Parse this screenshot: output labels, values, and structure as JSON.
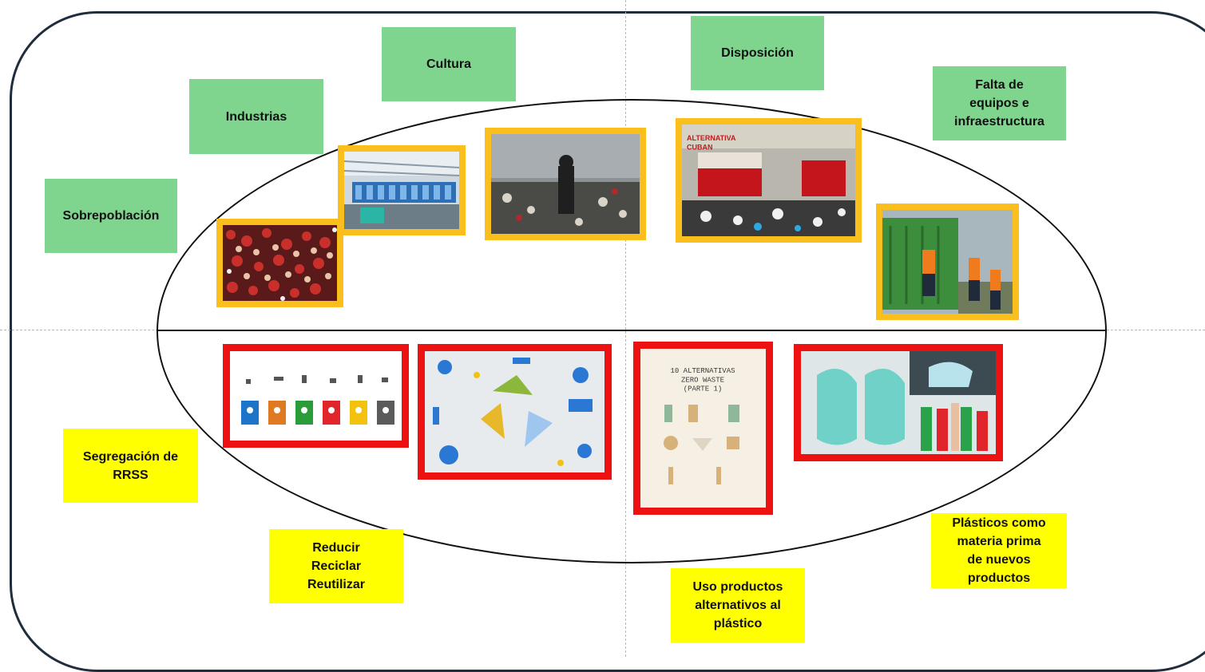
{
  "diagram": {
    "causes": [
      {
        "id": "sobrepoblacion",
        "text": "Sobrepoblación"
      },
      {
        "id": "industrias",
        "text": "Industrias"
      },
      {
        "id": "cultura",
        "text": "Cultura"
      },
      {
        "id": "disposicion",
        "text": "Disposición"
      },
      {
        "id": "falta-equipos",
        "text": "Falta de\nequipos e\ninfraestructura"
      }
    ],
    "solutions": [
      {
        "id": "segregacion",
        "text": "Segregación de\nRRSS"
      },
      {
        "id": "reducir",
        "text": "Reducir\nReciclar\nReutilizar"
      },
      {
        "id": "uso-productos",
        "text": "Uso productos\nalternativos al\nplástico"
      },
      {
        "id": "plasticos-materia",
        "text": "Plásticos como\nmateria prima\nde nuevos\nproductos"
      }
    ],
    "photo_captions": {
      "motocar_sign": "ALTERNATIVA\nCUBAN",
      "poster_title": "10 ALTERNATIVAS\nZERO WASTE\n(PARTE 1)"
    },
    "colors": {
      "cause_note": "#7fd58e",
      "solution_note": "#ffff00",
      "cause_photo_border": "#fbbf1d",
      "solution_photo_border": "#ee1111"
    }
  }
}
